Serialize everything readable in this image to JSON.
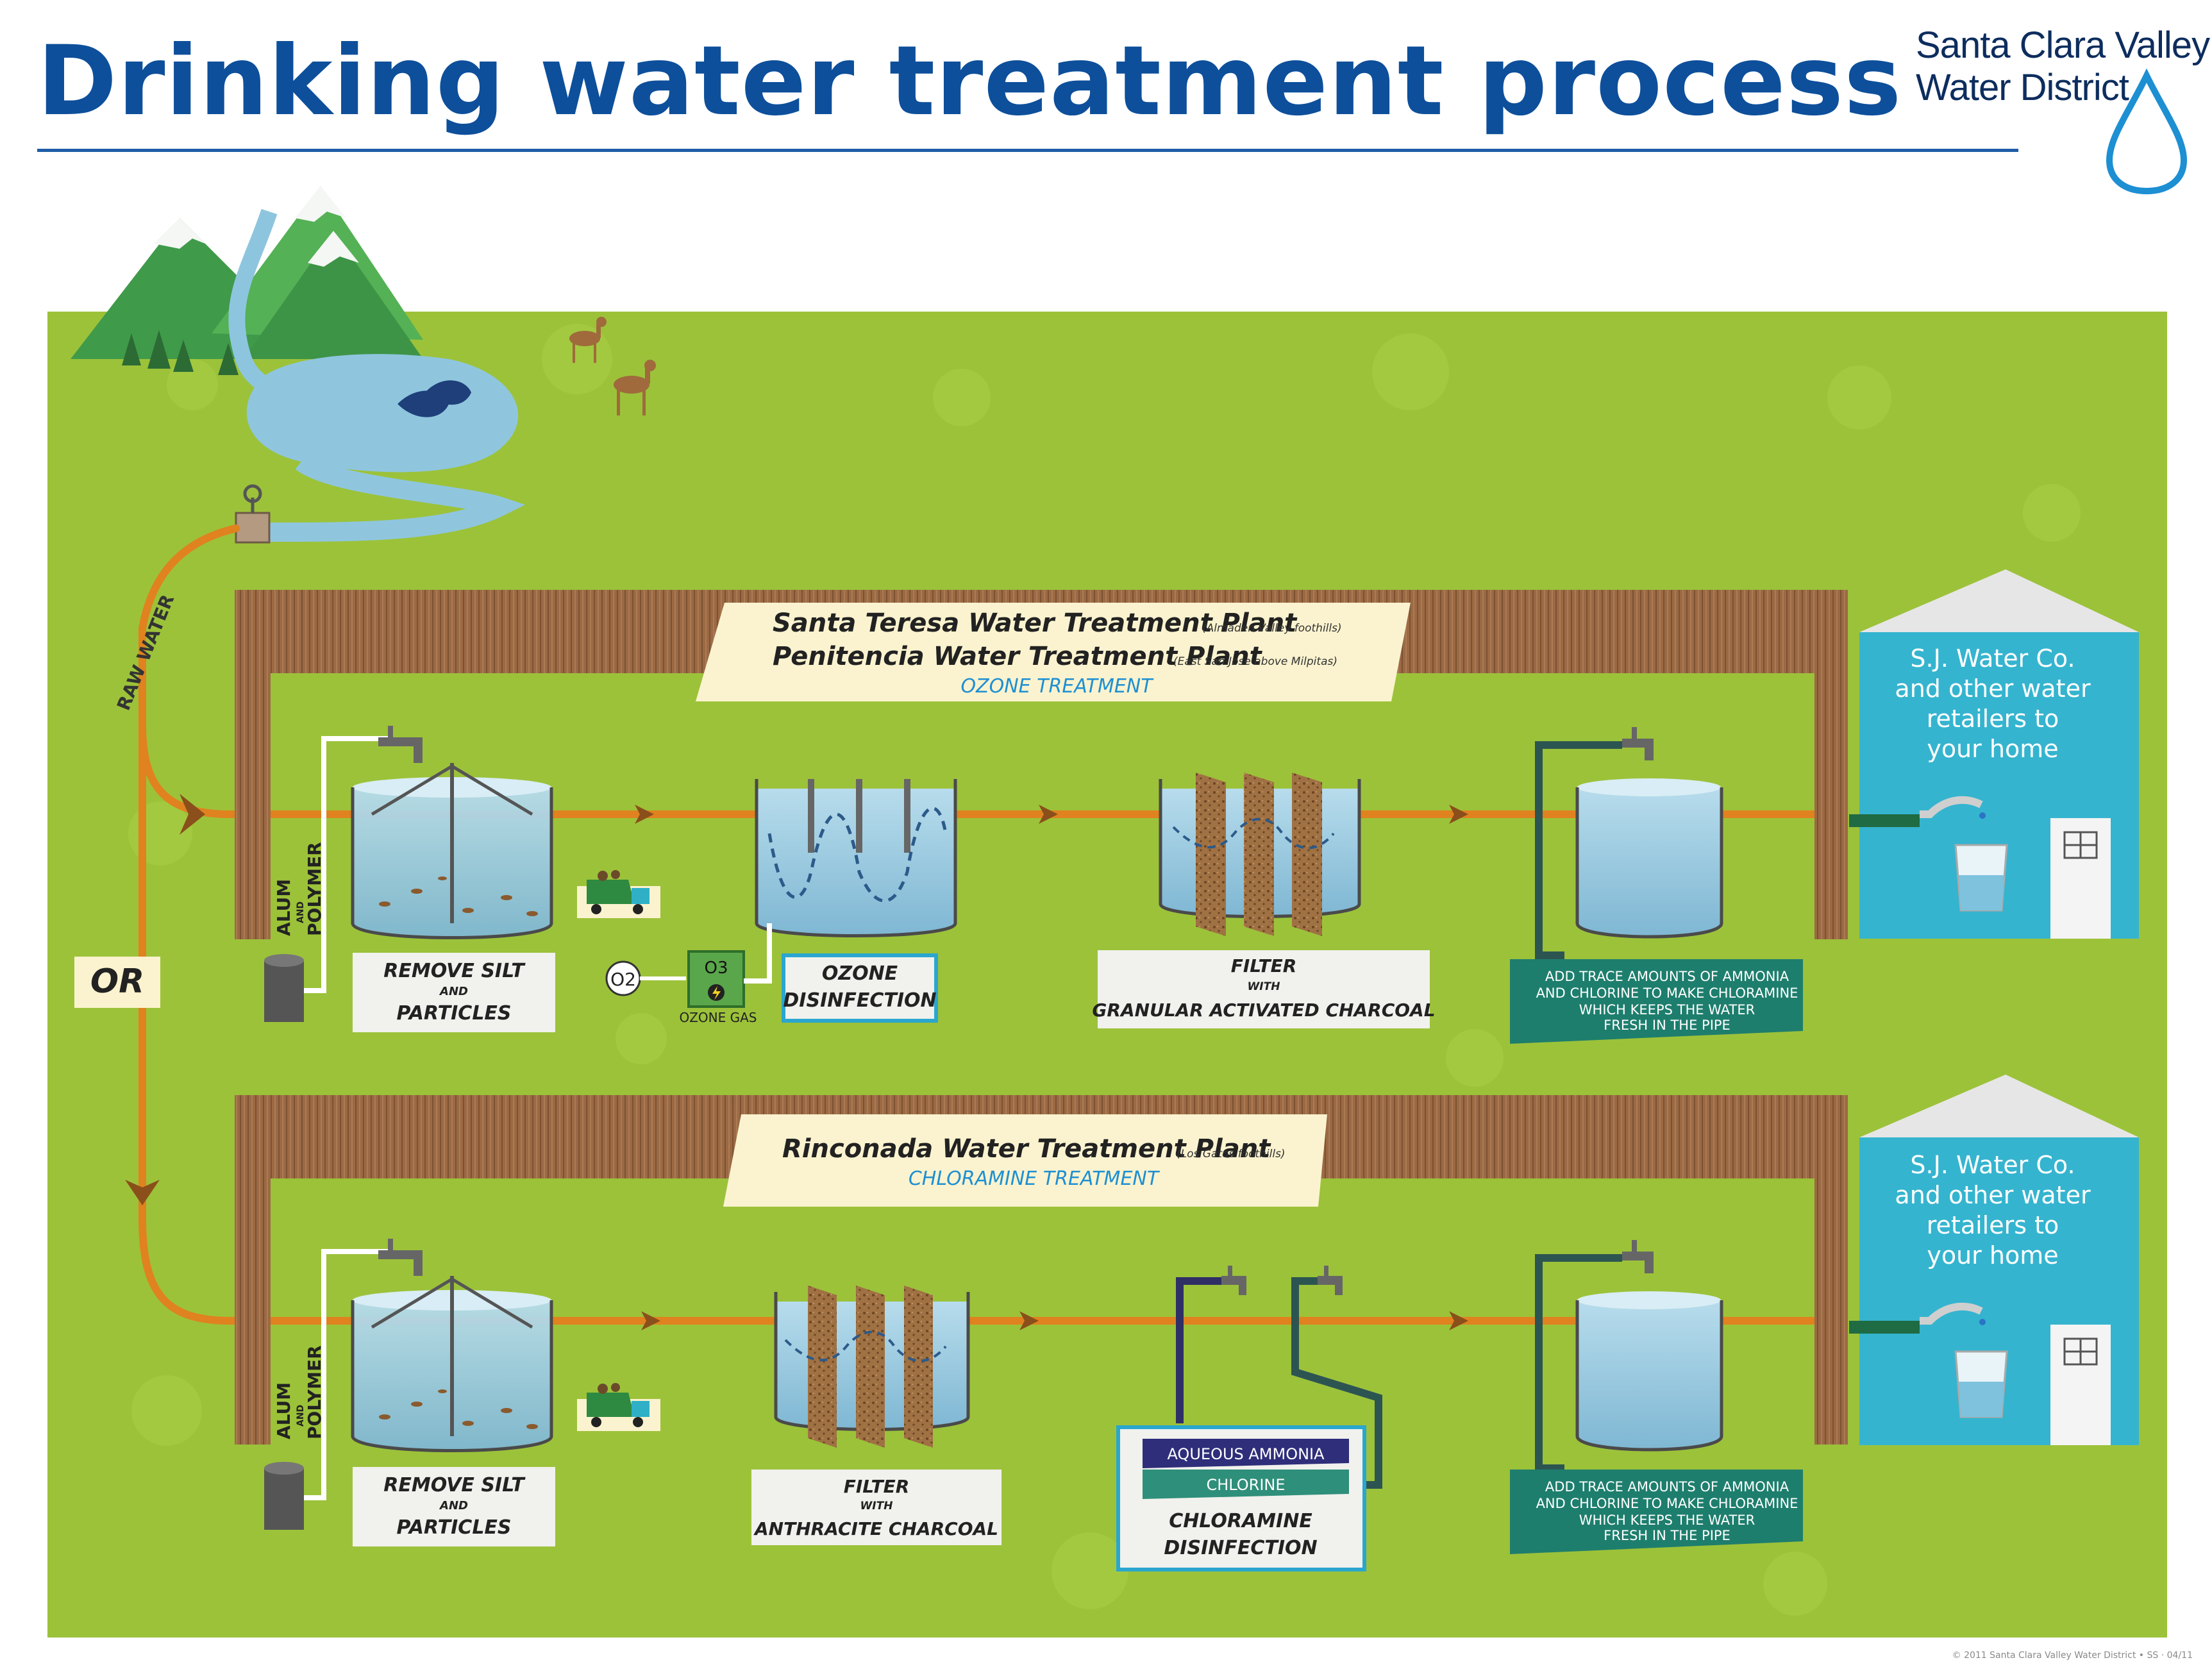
{
  "title": "Drinking water treatment process",
  "logo": {
    "line1": "Santa Clara Valley",
    "line2": "Water District"
  },
  "raw_water_label": "RAW WATER",
  "or_label": "OR",
  "alum_label": "ALUM",
  "and_small": "AND",
  "polymer_label": "POLYMER",
  "upper": {
    "plant1_name": "Santa Teresa Water Treatment Plant",
    "plant1_location": "(Almaden Valley foothills)",
    "plant2_name": "Penitencia Water Treatment Plant",
    "plant2_location": "(East San Jose above Milpitas)",
    "treatment": "OZONE TREATMENT",
    "step1_l1": "REMOVE SILT",
    "step1_l2": "AND",
    "step1_l3": "PARTICLES",
    "o2": "O2",
    "o3": "O3",
    "ozone_gas": "OZONE GAS",
    "step2_l1": "OZONE",
    "step2_l2": "DISINFECTION",
    "step3_l1": "FILTER",
    "step3_l2": "WITH",
    "step3_l3": "GRANULAR ACTIVATED CHARCOAL",
    "step4_l1": "ADD TRACE AMOUNTS OF AMMONIA",
    "step4_l2": "AND CHLORINE TO MAKE CHLORAMINE",
    "step4_l3": "WHICH KEEPS THE WATER",
    "step4_l4": "FRESH IN THE PIPE",
    "house_l1": "S.J. Water Co.",
    "house_l2": "and other water",
    "house_l3": "retailers to",
    "house_l4": "your home"
  },
  "lower": {
    "plant_name": "Rinconada Water Treatment Plant",
    "plant_location": "(Los Gatos foothills)",
    "treatment": "CHLORAMINE TREATMENT",
    "step1_l1": "REMOVE SILT",
    "step1_l2": "AND",
    "step1_l3": "PARTICLES",
    "step2_l1": "FILTER",
    "step2_l2": "WITH",
    "step2_l3": "ANTHRACITE CHARCOAL",
    "ammonia": "AQUEOUS AMMONIA",
    "chlorine": "CHLORINE",
    "step3_l1": "CHLORAMINE",
    "step3_l2": "DISINFECTION",
    "step4_l1": "ADD TRACE AMOUNTS OF AMMONIA",
    "step4_l2": "AND CHLORINE TO MAKE CHLORAMINE",
    "step4_l3": "WHICH KEEPS THE WATER",
    "step4_l4": "FRESH IN THE PIPE",
    "house_l1": "S.J. Water Co.",
    "house_l2": "and other water",
    "house_l3": "retailers to",
    "house_l4": "your home"
  },
  "footer": "© 2011 Santa Clara Valley Water District • SS · 04/11",
  "colors": {
    "title": "#0d4f9b",
    "grass": "#9cc23a",
    "fence": "#9b6a44",
    "pipe": "#e0821f",
    "water": "#8fc6de",
    "house": "#35b4cf",
    "teal_box": "#1e7e6d",
    "label_box": "#f1f1ed",
    "plant_banner": "#fbf3cf"
  }
}
